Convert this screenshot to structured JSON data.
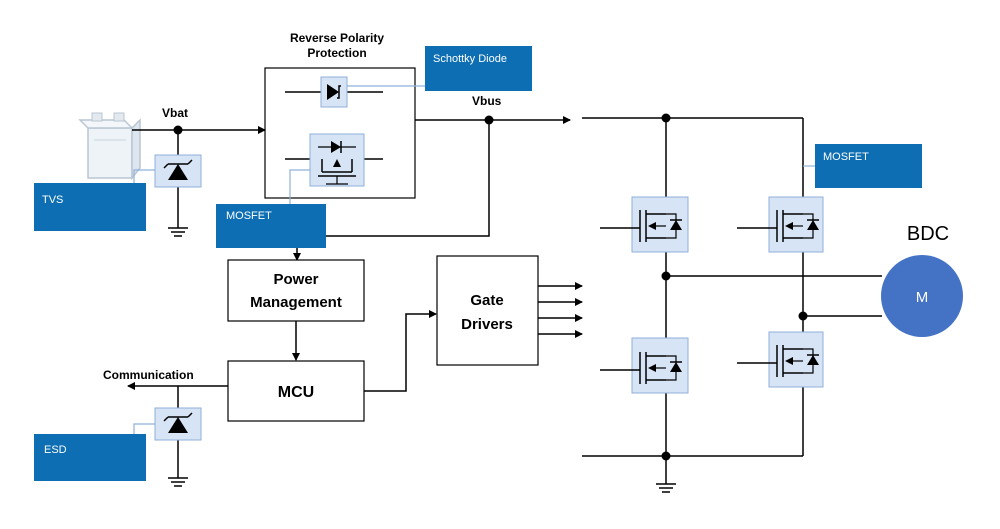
{
  "labels": {
    "vbat": "Vbat",
    "vbus": "Vbus",
    "reverse_polarity_line1": "Reverse Polarity",
    "reverse_polarity_line2": "Protection",
    "communication": "Communication",
    "bdc": "BDC",
    "motor": "M"
  },
  "blocks": {
    "power_management_line1": "Power",
    "power_management_line2": "Management",
    "mcu": "MCU",
    "gate_drivers_line1": "Gate",
    "gate_drivers_line2": "Drivers"
  },
  "callouts": {
    "schottky": "Schottky Diode",
    "mosfet_protection": "MOSFET",
    "mosfet_bridge": "MOSFET",
    "tvs": "TVS",
    "esd": "ESD"
  },
  "colors": {
    "callout_fill": "#0d6eb4",
    "component_fill": "#d6e4f5",
    "component_border": "#8fb0d9",
    "motor_fill": "#4472c4",
    "line": "#000000"
  },
  "icons": {
    "battery": "battery-icon",
    "ground": "ground-icon",
    "motor": "motor-icon"
  }
}
